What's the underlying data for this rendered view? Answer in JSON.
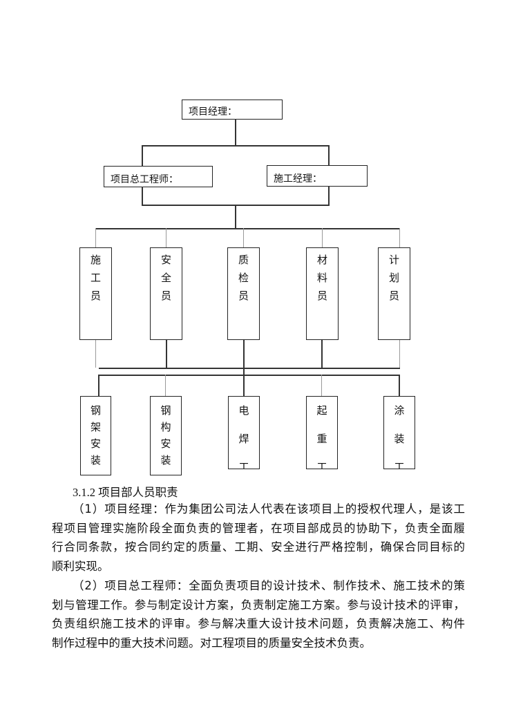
{
  "org_chart": {
    "top": "项目经理：",
    "level2": [
      "项目总工程师：",
      "施工经理："
    ],
    "staff": [
      [
        "施",
        "工",
        "员"
      ],
      [
        "安",
        "全",
        "员"
      ],
      [
        "质",
        "检",
        "员"
      ],
      [
        "材",
        "料",
        "员"
      ],
      [
        "计",
        "划",
        "员"
      ]
    ],
    "teams": [
      [
        "钢",
        "架",
        "安",
        "装"
      ],
      [
        "钢",
        "构",
        "安",
        "装"
      ],
      [
        "电",
        "焊",
        "工"
      ],
      [
        "起",
        "重",
        "工"
      ],
      [
        "涂",
        "装",
        "工"
      ]
    ]
  },
  "section": {
    "heading": "3.1.2 项目部人员职责",
    "paragraphs": [
      [
        "（1）项目经理：作为集团公司法人代表在该项目上的授权代理人，是该工",
        "程项目管理实施阶段全面负责的管理者，在项目部成员的协助下，负责全面履",
        "行合同条款，按合同约定的质量、工期、安全进行严格控制，确保合同目标的",
        "顺利实现。"
      ],
      [
        "（2）项目总工程师：全面负责项目的设计技术、制作技术、施工技术的策",
        "划与管理工作。参与制定设计方案，负责制定施工方案。参与设计技术的评审，",
        "负责组织施工技术的评审。参与解决重大设计技术问题，负责解决施工、构件",
        "制作过程中的重大技术问题。对工程项目的质量安全技术负责。"
      ]
    ]
  }
}
